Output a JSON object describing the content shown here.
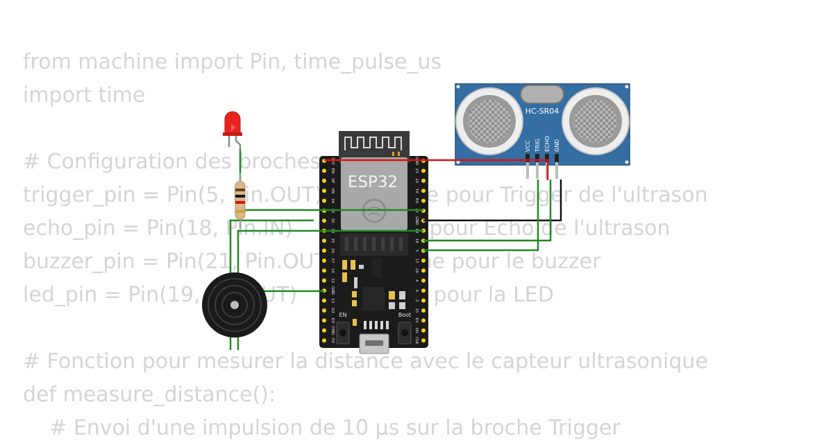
{
  "code": {
    "lines": [
      "from machine import Pin, time_pulse_us",
      "import time",
      "",
      "# Configuration des broches",
      "trigger_pin = Pin(5, Pin.OUT)   # Broche pour Trigger de l'ultrason",
      "echo_pin = Pin(18, Pin.IN)     # Broche pour Echo de l'ultrason",
      "buzzer_pin = Pin(21, Pin.OUT)  # Broche pour le buzzer",
      "led_pin = Pin(19, Pin.OUT)     # Broche pour la LED",
      "",
      "# Fonction pour mesurer la distance avec le capteur ultrasonique",
      "def measure_distance():",
      "    # Envoi d'une impulsion de 10 µs sur la broche Trigger"
    ]
  },
  "board": {
    "label": "ESP32",
    "en_label": "EN",
    "boot_label": "Boot",
    "left_pins": [
      "3V3",
      "EN",
      "VP",
      "VN",
      "34",
      "35",
      "32",
      "33",
      "25",
      "26",
      "27",
      "14",
      "12",
      "GND",
      "13",
      "D2",
      "D3",
      "CMD",
      "5V"
    ],
    "right_pins": [
      "GND",
      "23",
      "22",
      "TX",
      "RX",
      "21",
      "GND",
      "19",
      "18",
      "5",
      "17",
      "16",
      "4",
      "0",
      "2",
      "15",
      "D1",
      "D0",
      "CLK"
    ]
  },
  "sensor": {
    "label": "HC-SR04",
    "pins": [
      "VCC",
      "TRIG",
      "ECHO",
      "GND"
    ]
  },
  "colors": {
    "code_text": "#d4d4d4",
    "wire_green": "#1f8a1f",
    "wire_red": "#dd1111",
    "wire_black": "#111111",
    "board": "#1b1b1b",
    "header_pin": "#f2d21b",
    "sensor_body": "#356ea3",
    "led": "#e8231e"
  }
}
